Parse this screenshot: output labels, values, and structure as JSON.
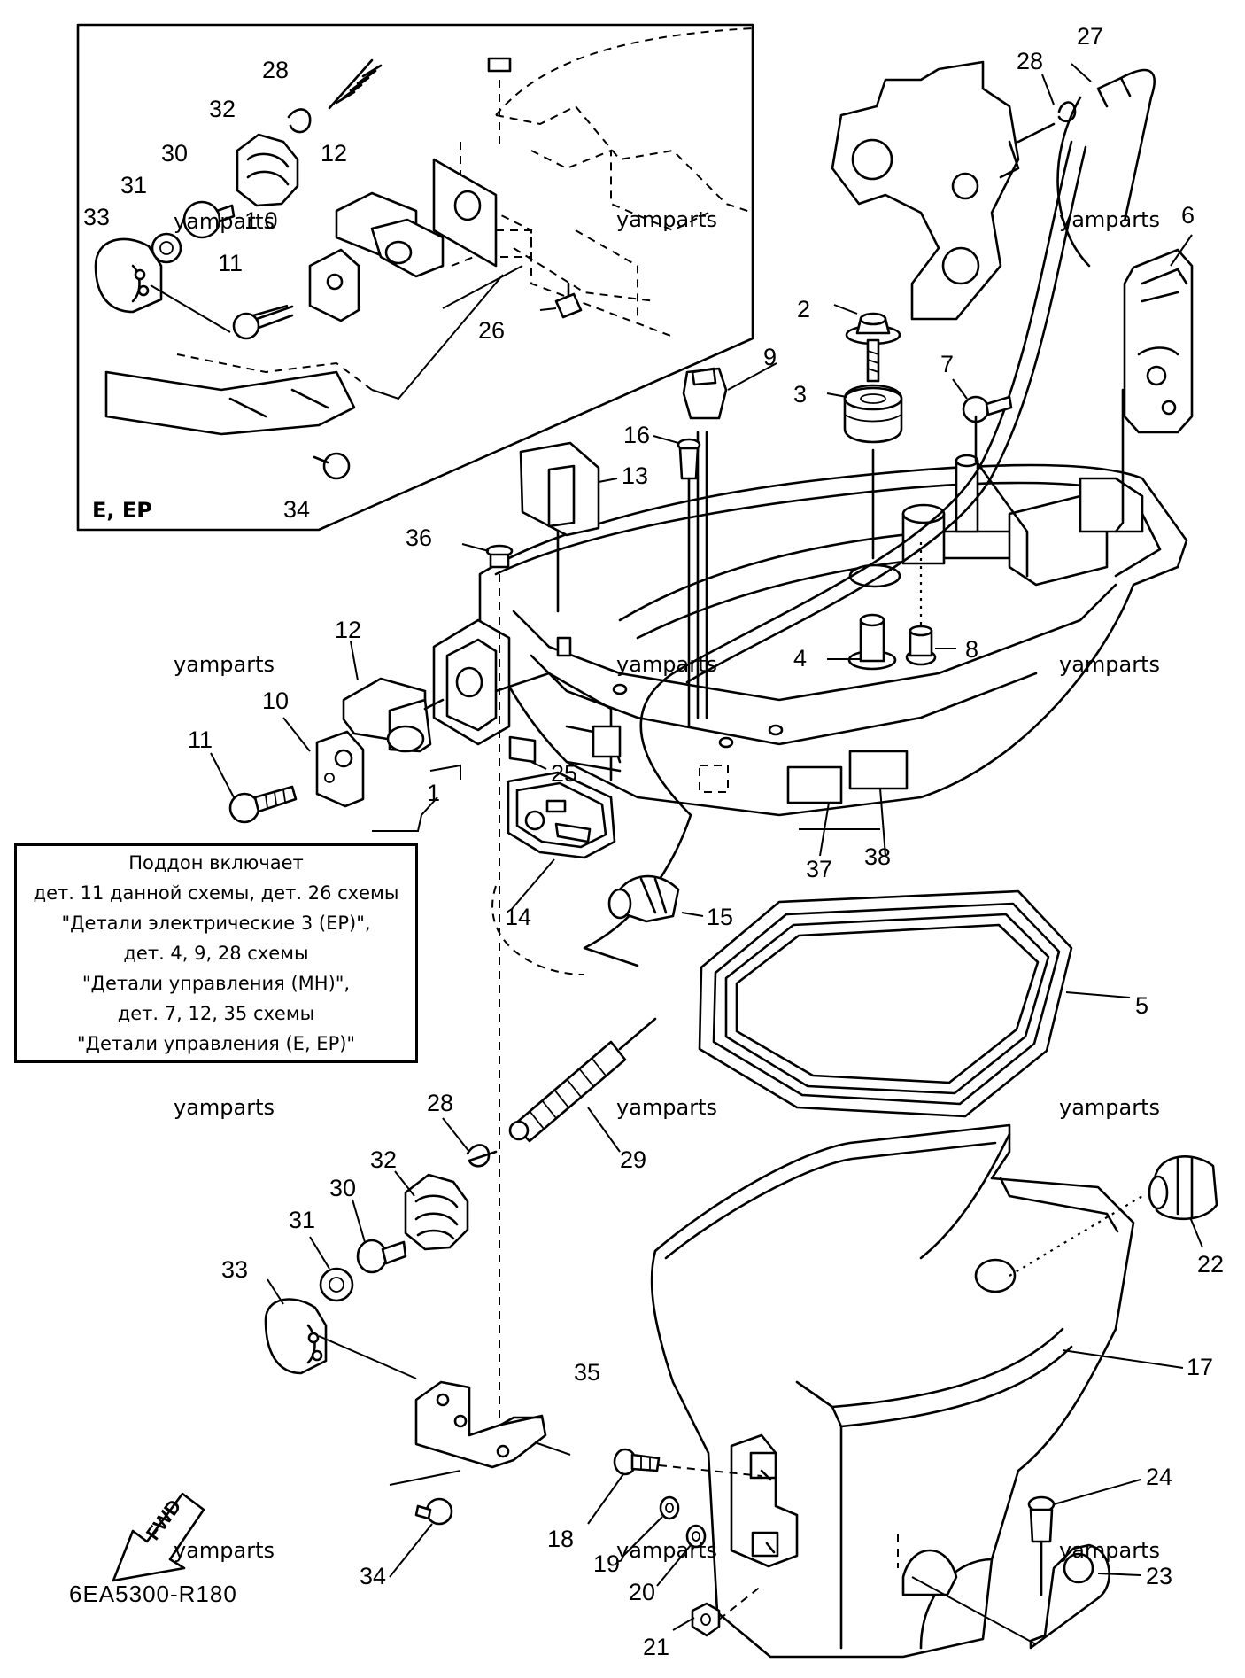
{
  "inset": {
    "label": "E, EP"
  },
  "watermark": "yamparts",
  "diagram_code": "6EA5300-R180",
  "fwd_label": "FWD",
  "note": {
    "lines": [
      "Поддон включает",
      "дет. 11 данной схемы, дет. 26 схемы",
      "\"Детали электрические 3 (EP)\",",
      "дет. 4, 9, 28 схемы",
      "\"Детали управления (MH)\",",
      "дет. 7, 12, 35 схемы",
      "\"Детали управления (E, EP)\""
    ]
  },
  "callouts": {
    "p1": "1",
    "p2": "2",
    "p3": "3",
    "p4": "4",
    "p5": "5",
    "p6": "6",
    "p7": "7",
    "p8": "8",
    "p9": "9",
    "p10": "10",
    "p11": "11",
    "p12": "12",
    "p13": "13",
    "p14": "14",
    "p15": "15",
    "p16": "16",
    "p17": "17",
    "p18": "18",
    "p19": "19",
    "p20": "20",
    "p21": "21",
    "p22": "22",
    "p23": "23",
    "p24": "24",
    "p25": "25",
    "p26": "26",
    "p27": "27",
    "p28": "28",
    "p29": "29",
    "p30": "30",
    "p31": "31",
    "p32": "32",
    "p33": "33",
    "p34": "34",
    "p35": "35",
    "p36": "36",
    "p37": "37",
    "p38": "38",
    "i10": "1 0",
    "i11": "11",
    "i12": "12",
    "i28": "28",
    "i30": "30",
    "i31": "31",
    "i32": "32",
    "i33": "33",
    "i34": "34"
  }
}
